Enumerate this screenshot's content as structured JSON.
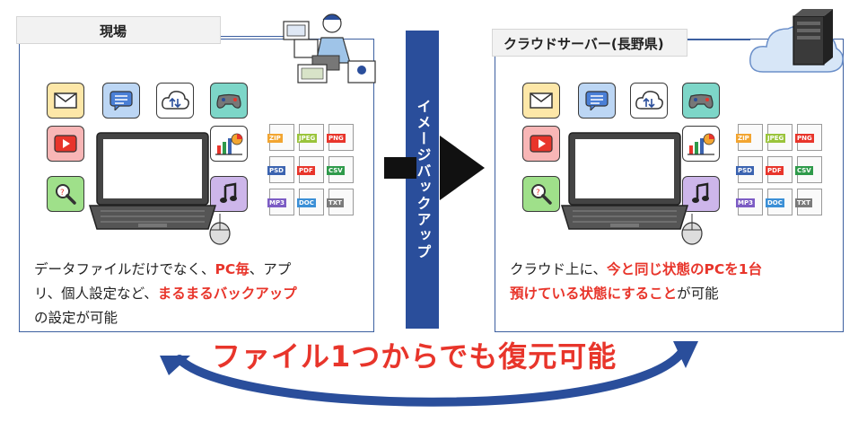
{
  "left_panel": {
    "label": "現場",
    "description": {
      "line1_a": "データファイルだけでなく、",
      "line1_red": "PC毎",
      "line1_b": "、アプ",
      "line2_a": "リ、個人設定など、",
      "line2_red": "まるまるバックアップ",
      "line3": "の設定が可能"
    }
  },
  "right_panel": {
    "label": "クラウドサーバー(長野県)",
    "description": {
      "line1_a": "クラウド上に、",
      "line1_red": "今と同じ状態のPCを1台",
      "line2_red": "預けている状態にすること",
      "line2_b": "が可能"
    }
  },
  "center": {
    "band_text": "イメージバックアップ"
  },
  "bottom": {
    "restore_text": "ファイル1つからでも復元可能"
  },
  "file_types": [
    "ZIP",
    "JPEG",
    "PNG",
    "PSD",
    "PDF",
    "CSV",
    "MP3",
    "DOC",
    "TXT"
  ],
  "file_colors": [
    "#f2a531",
    "#9ac43b",
    "#e8352b",
    "#3b63b0",
    "#e8352b",
    "#2e9a4a",
    "#7c5cc4",
    "#3b8fd6",
    "#7a7a7a"
  ],
  "app_icons": [
    {
      "name": "mail-icon",
      "bg": "#fde7a8"
    },
    {
      "name": "chat-icon",
      "bg": "#bcd6f4"
    },
    {
      "name": "cloud-sync-icon",
      "bg": "#ffffff"
    },
    {
      "name": "gamepad-icon",
      "bg": "#7dd6c8"
    },
    {
      "name": "video-play-icon",
      "bg": "#f8b6b6"
    },
    {
      "name": "chart-icon",
      "bg": "#ffffff"
    },
    {
      "name": "search-icon",
      "bg": "#9fe08a"
    },
    {
      "name": "music-note-icon",
      "bg": "#cdb6ea"
    }
  ],
  "colors": {
    "accent_red": "#e8352b",
    "band_blue": "#2a4e9b",
    "panel_border": "#3c5fa0"
  }
}
